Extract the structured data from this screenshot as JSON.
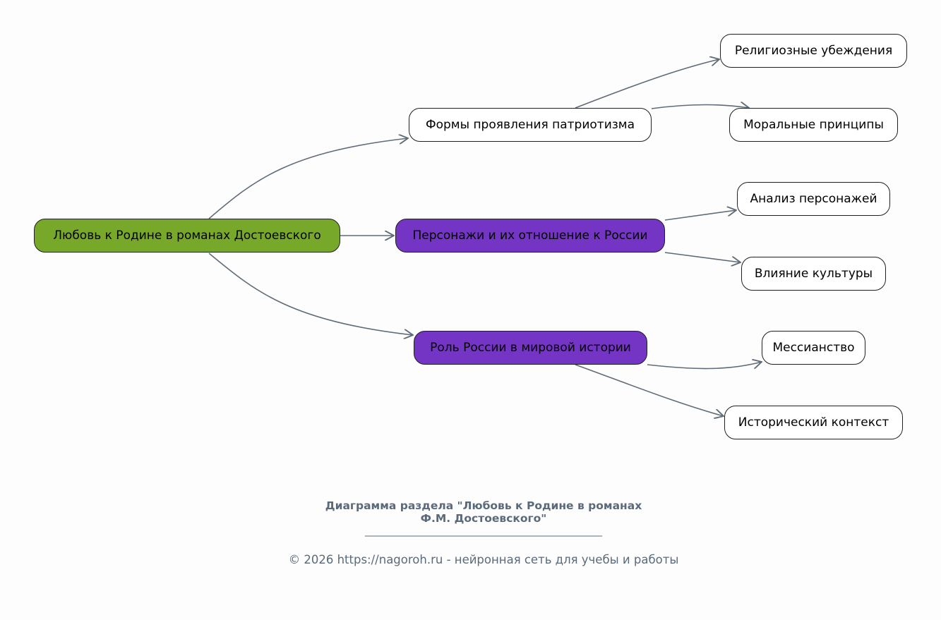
{
  "diagram": {
    "root": {
      "id": "root",
      "label": "Любовь к Родине в романах Достоевского",
      "color": "#78a82a"
    },
    "branches": [
      {
        "id": "b1",
        "label": "Формы проявления патриотизма",
        "color": "#ffffff",
        "children": [
          {
            "id": "b1c1",
            "label": "Религиозные убеждения"
          },
          {
            "id": "b1c2",
            "label": "Моральные принципы"
          }
        ]
      },
      {
        "id": "b2",
        "label": "Персонажи и их отношение к России",
        "color": "#7434c4",
        "children": [
          {
            "id": "b2c1",
            "label": "Анализ персонажей"
          },
          {
            "id": "b2c2",
            "label": "Влияние культуры"
          }
        ]
      },
      {
        "id": "b3",
        "label": "Роль России в мировой истории",
        "color": "#7434c4",
        "children": [
          {
            "id": "b3c1",
            "label": "Мессианство"
          },
          {
            "id": "b3c2",
            "label": "Исторический контекст"
          }
        ]
      }
    ],
    "edge_color": "#5f6b78"
  },
  "caption": {
    "title_line1": "Диаграмма раздела \"Любовь к Родине в романах",
    "title_line2": "Ф.М. Достоевского\"",
    "rule": "________________________________________________",
    "copyright": "© 2026 https://nagoroh.ru - нейронная сеть для учебы и работы"
  }
}
